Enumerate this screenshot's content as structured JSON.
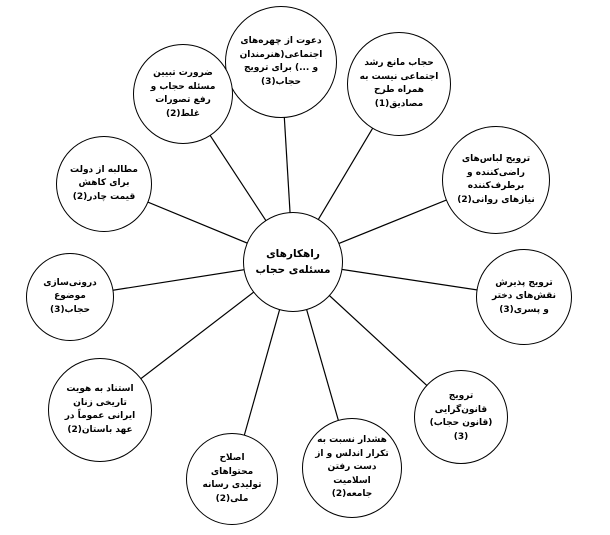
{
  "diagram": {
    "center": {
      "label": "راهکارهای مسئله‌ی حجاب"
    },
    "nodes": [
      {
        "id": "invite-public-figures",
        "label": "دعوت از چهره‌های اجتماعی(هنرمندان و ...) برای ترویج حجاب(3)"
      },
      {
        "id": "hijab-not-barrier-growth",
        "label": "حجاب مانع رشد اجتماعی نیست به همراه طرح مصادیق(1)"
      },
      {
        "id": "promote-satisfying-clothing",
        "label": "ترویج لباس‌های راضی‌کننده و برطرف‌کننده نیازهای روانی(2)"
      },
      {
        "id": "promote-gender-roles",
        "label": "ترویج پذیرش نقش‌های دختر و پسری(3)"
      },
      {
        "id": "promote-law-abidance",
        "label": "ترویج قانون‌گرایی (قانون حجاب)(3)"
      },
      {
        "id": "andalusia-warning",
        "label": "هشدار نسبت به تکرار اندلس و از دست رفتن اسلامیت جامعه(2)"
      },
      {
        "id": "reform-national-media",
        "label": "اصلاح محتواهای تولیدی رسانه ملی(2)"
      },
      {
        "id": "historical-identity-of-women",
        "label": "استناد به هویت تاریخی زنان ایرانی عموماً در عهد باستان(2)"
      },
      {
        "id": "internalize-hijab",
        "label": "درونی‌سازی موضوع حجاب(3)"
      },
      {
        "id": "demand-lower-chador-price",
        "label": "مطالبه از دولت برای کاهش قیمت چادر(2)"
      },
      {
        "id": "clarify-misconceptions",
        "label": "ضرورت تبیین مسئله حجاب و رفع تصورات غلط(2)"
      }
    ],
    "colors": {
      "node_border": "#000000",
      "node_fill": "#ffffff",
      "connector": "#000000",
      "text": "#000000",
      "background": "#ffffff"
    }
  }
}
